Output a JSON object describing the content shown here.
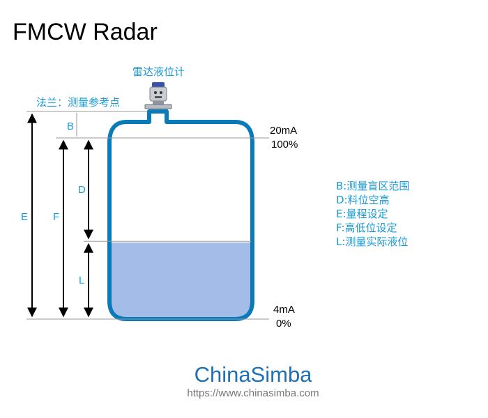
{
  "title": "FMCW Radar",
  "device_label": "雷达液位计",
  "flange_label": "法兰：测量参考点",
  "dimensions": {
    "B": "B",
    "D": "D",
    "E": "E",
    "F": "F",
    "L": "L"
  },
  "scale": {
    "top_current": "20mA",
    "top_percent": "100%",
    "bottom_current": "4mA",
    "bottom_percent": "0%"
  },
  "legend": [
    "B:测量盲区范围",
    "D:料位空高",
    "E:量程设定",
    "F:高低位设定",
    "L:测量实际液位"
  ],
  "level_fraction": 0.43,
  "brand": {
    "name": "ChinaSimba",
    "url": "https://www.chinasimba.com"
  },
  "colors": {
    "tank_outline": "#0b7ab8",
    "liquid": "#a3bde8",
    "label_blue": "#1a9bd7",
    "brand": "#1f6fb3"
  }
}
